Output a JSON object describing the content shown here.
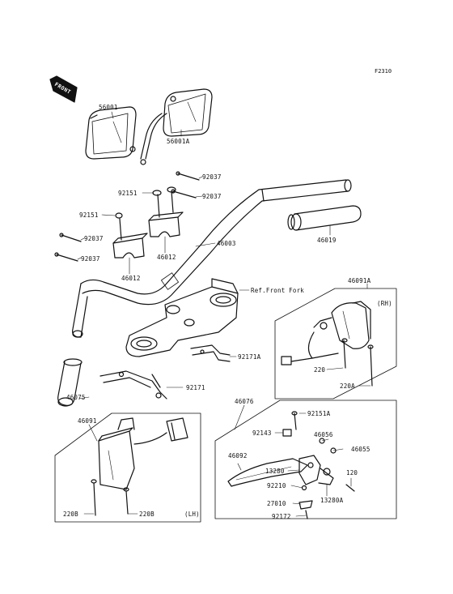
{
  "diagram_code": "F2310",
  "front_badge": "FRONT",
  "labels": {
    "p56001": "56001",
    "p56001A": "56001A",
    "p92037a": "92037",
    "p92151a": "92151",
    "p92037b": "92037",
    "p92151b": "92151",
    "p92037c": "92037",
    "p92037d": "92037",
    "p46012a": "46012",
    "p46012b": "46012",
    "p46003": "46003",
    "p46019": "46019",
    "ref_front_fork": "Ref.Front Fork",
    "p46091A": "46091A",
    "rh": "(RH)",
    "p92171A": "92171A",
    "p220": "220",
    "p220A": "220A",
    "p46075": "46075",
    "p92171": "92171",
    "p46076": "46076",
    "p46091": "46091",
    "p92151A": "92151A",
    "p92143": "92143",
    "p46056": "46056",
    "p46055": "46055",
    "p46092": "46092",
    "p13280": "13280",
    "p120": "120",
    "p92210": "92210",
    "p13280A": "13280A",
    "p27010": "27010",
    "p92172": "92172",
    "p220Ba": "220B",
    "p220Bb": "220B",
    "lh": "(LH)"
  }
}
